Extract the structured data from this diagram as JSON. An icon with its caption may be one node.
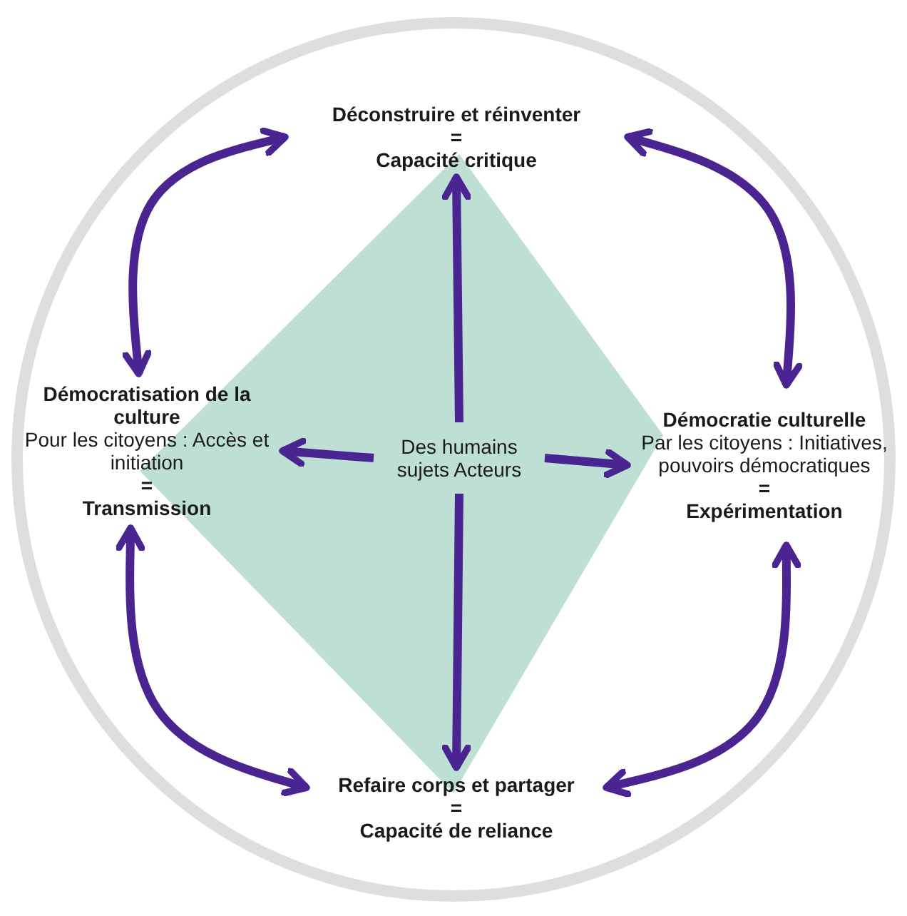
{
  "diagram": {
    "nodes": [
      {
        "text": [
          "Des humains sujets Acteurs"
        ]
      },
      {
        "text": [
          "Déconstruire et réinventer",
          "=",
          "Capacité critique"
        ]
      },
      {
        "text": [
          "Démocratisation de la culture",
          "Pour les citoyens : Accès et initiation",
          "=",
          "Transmission"
        ]
      },
      {
        "text": [
          "Démocratie culturelle",
          "Par les citoyens : Initiatives, pouvoirs démocratiques",
          "=",
          "Expérimentation"
        ]
      },
      {
        "text": [
          "Refaire corps et partager",
          "=",
          "Capacité de reliance"
        ]
      }
    ],
    "edges": [
      {
        "from": 0,
        "to": 1,
        "arrow": "to"
      },
      {
        "from": 0,
        "to": 2,
        "arrow": "to"
      },
      {
        "from": 0,
        "to": 3,
        "arrow": "to"
      },
      {
        "from": 0,
        "to": 4,
        "arrow": "to"
      },
      {
        "from": 2,
        "to": 1,
        "arrow": "both"
      },
      {
        "from": 1,
        "to": 3,
        "arrow": "both"
      },
      {
        "from": 3,
        "to": 4,
        "arrow": "both"
      },
      {
        "from": 2,
        "to": 4,
        "arrow": "both"
      }
    ]
  }
}
